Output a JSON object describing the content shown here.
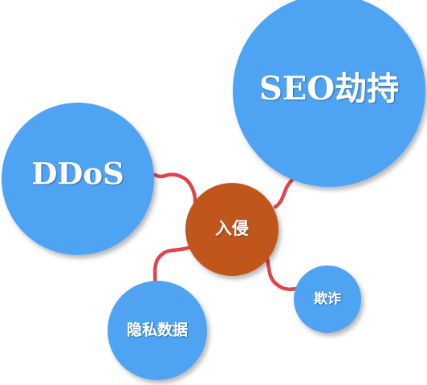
{
  "center": {
    "label": "入侵",
    "color": "#C1561A"
  },
  "nodes": [
    {
      "id": "seo",
      "label": "SEO劫持"
    },
    {
      "id": "ddos",
      "label": "DDoS"
    },
    {
      "id": "privacy",
      "label": "隐私数据"
    },
    {
      "id": "fraud",
      "label": "欺诈"
    }
  ],
  "colors": {
    "bubble": "#4FA3F3",
    "connector": "#E2434B",
    "text": "#FFFFFF"
  }
}
